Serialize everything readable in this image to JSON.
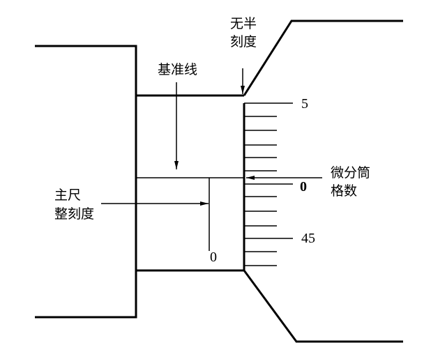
{
  "labels": {
    "reference_line": "基准线",
    "no_half_scale_line1": "无半",
    "no_half_scale_line2": "刻度",
    "main_scale_line1": "主尺",
    "main_scale_line2": "整刻度",
    "thimble_divisions_line1": "微分筒",
    "thimble_divisions_line2": "格数"
  },
  "numbers": {
    "thimble_top": "5",
    "thimble_zero": "0",
    "thimble_bottom": "45",
    "sleeve_zero": "0"
  },
  "colors": {
    "line": "#000000",
    "background": "#ffffff"
  }
}
